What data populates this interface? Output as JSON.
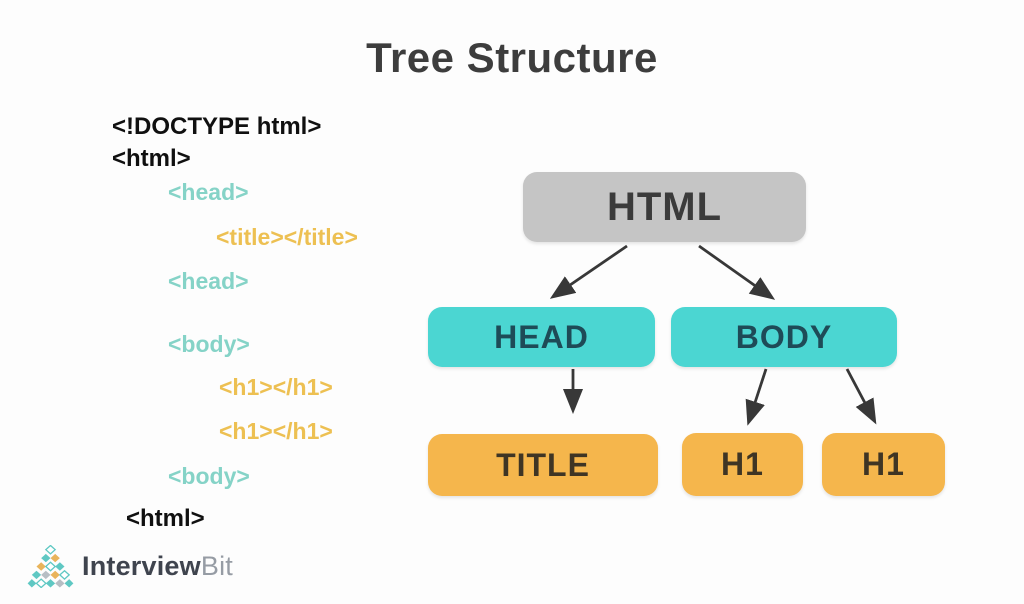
{
  "title": "Tree Structure",
  "code": {
    "lines": [
      {
        "text": "<!DOCTYPE html>",
        "color": "black"
      },
      {
        "text": "<html>",
        "color": "black"
      },
      {
        "text": "<head>",
        "color": "teal"
      },
      {
        "text": "<title></title>",
        "color": "gold"
      },
      {
        "text": "<head>",
        "color": "teal"
      },
      {
        "text": "<body>",
        "color": "teal"
      },
      {
        "text": "<h1></h1>",
        "color": "gold"
      },
      {
        "text": "<h1></h1>",
        "color": "gold"
      },
      {
        "text": "<body>",
        "color": "teal"
      },
      {
        "text": "<html>",
        "color": "black"
      }
    ]
  },
  "tree": {
    "nodes": [
      {
        "id": "html",
        "label": "HTML",
        "variant": "gray"
      },
      {
        "id": "head",
        "label": "HEAD",
        "variant": "teal"
      },
      {
        "id": "body",
        "label": "BODY",
        "variant": "teal"
      },
      {
        "id": "title",
        "label": "TITLE",
        "variant": "orange"
      },
      {
        "id": "h1-left",
        "label": "H1",
        "variant": "orange"
      },
      {
        "id": "h1-right",
        "label": "H1",
        "variant": "orange"
      }
    ],
    "edges": [
      {
        "from": "HTML",
        "to": "HEAD"
      },
      {
        "from": "HTML",
        "to": "BODY"
      },
      {
        "from": "HEAD",
        "to": "TITLE"
      },
      {
        "from": "BODY",
        "to": "H1 (left)"
      },
      {
        "from": "BODY",
        "to": "H1 (right)"
      }
    ]
  },
  "logo": {
    "brand_primary": "Interview",
    "brand_secondary": "Bit"
  },
  "colors": {
    "node_gray": "#c5c5c5",
    "node_teal": "#4bd6d2",
    "node_orange": "#f5b64c",
    "code_teal": "#85d3c7",
    "code_gold": "#edc052",
    "code_black": "#101010",
    "arrow": "#383838",
    "title_text": "#3d3d3d",
    "logo_teal": "#5fc8c3",
    "logo_orange": "#e9b45b",
    "logo_gray": "#b7bec4"
  }
}
